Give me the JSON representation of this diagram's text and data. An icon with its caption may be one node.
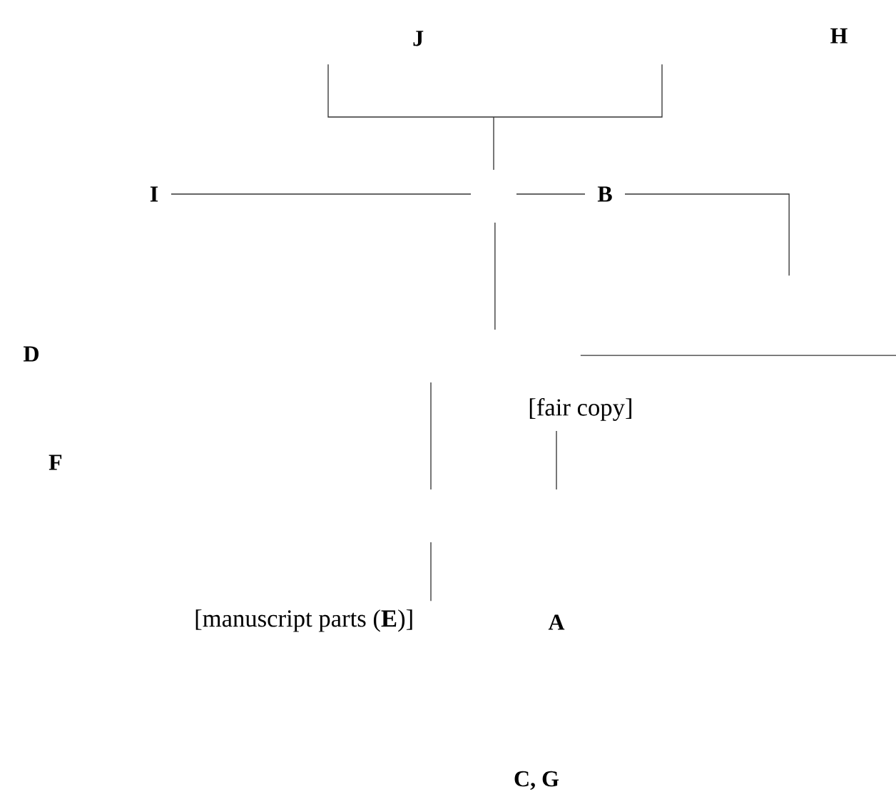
{
  "diagram": {
    "labels": [
      "J",
      "H",
      "I",
      "B",
      "D",
      "[fair copy]",
      "F",
      "[manuscript parts (**E**)]",
      "A",
      "C, G"
    ]
  }
}
